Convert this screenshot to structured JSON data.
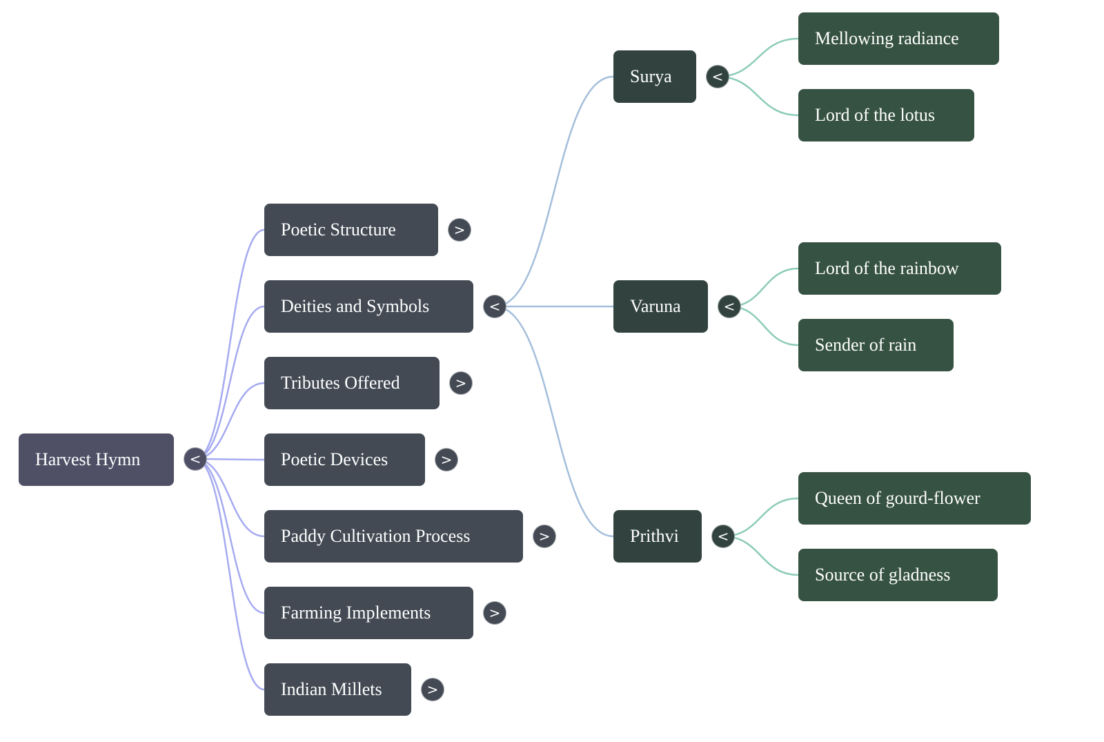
{
  "colors": {
    "root_fill": "#4f5066",
    "level1_fill": "#434a54",
    "level2_fill": "#32433f",
    "level3_fill": "#365242",
    "edge_root": "#a5aaf0",
    "edge_deities": "#a4bedb",
    "edge_leaf": "#8ccbb8"
  },
  "root": {
    "label": "Harvest Hymn",
    "toggle": "<",
    "expanded": true
  },
  "branches": [
    {
      "label": "Poetic Structure",
      "toggle": ">",
      "expanded": false
    },
    {
      "label": "Deities and Symbols",
      "toggle": "<",
      "expanded": true,
      "children": [
        {
          "label": "Surya",
          "toggle": "<",
          "children": [
            "Mellowing radiance",
            "Lord of the lotus"
          ]
        },
        {
          "label": "Varuna",
          "toggle": "<",
          "children": [
            "Lord of the rainbow",
            "Sender of rain"
          ]
        },
        {
          "label": "Prithvi",
          "toggle": "<",
          "children": [
            "Queen of gourd-flower",
            "Source of gladness"
          ]
        }
      ]
    },
    {
      "label": "Tributes Offered",
      "toggle": ">",
      "expanded": false
    },
    {
      "label": "Poetic Devices",
      "toggle": ">",
      "expanded": false
    },
    {
      "label": "Paddy Cultivation Process",
      "toggle": ">",
      "expanded": false
    },
    {
      "label": "Farming Implements",
      "toggle": ">",
      "expanded": false
    },
    {
      "label": "Indian Millets",
      "toggle": ">",
      "expanded": false
    }
  ]
}
